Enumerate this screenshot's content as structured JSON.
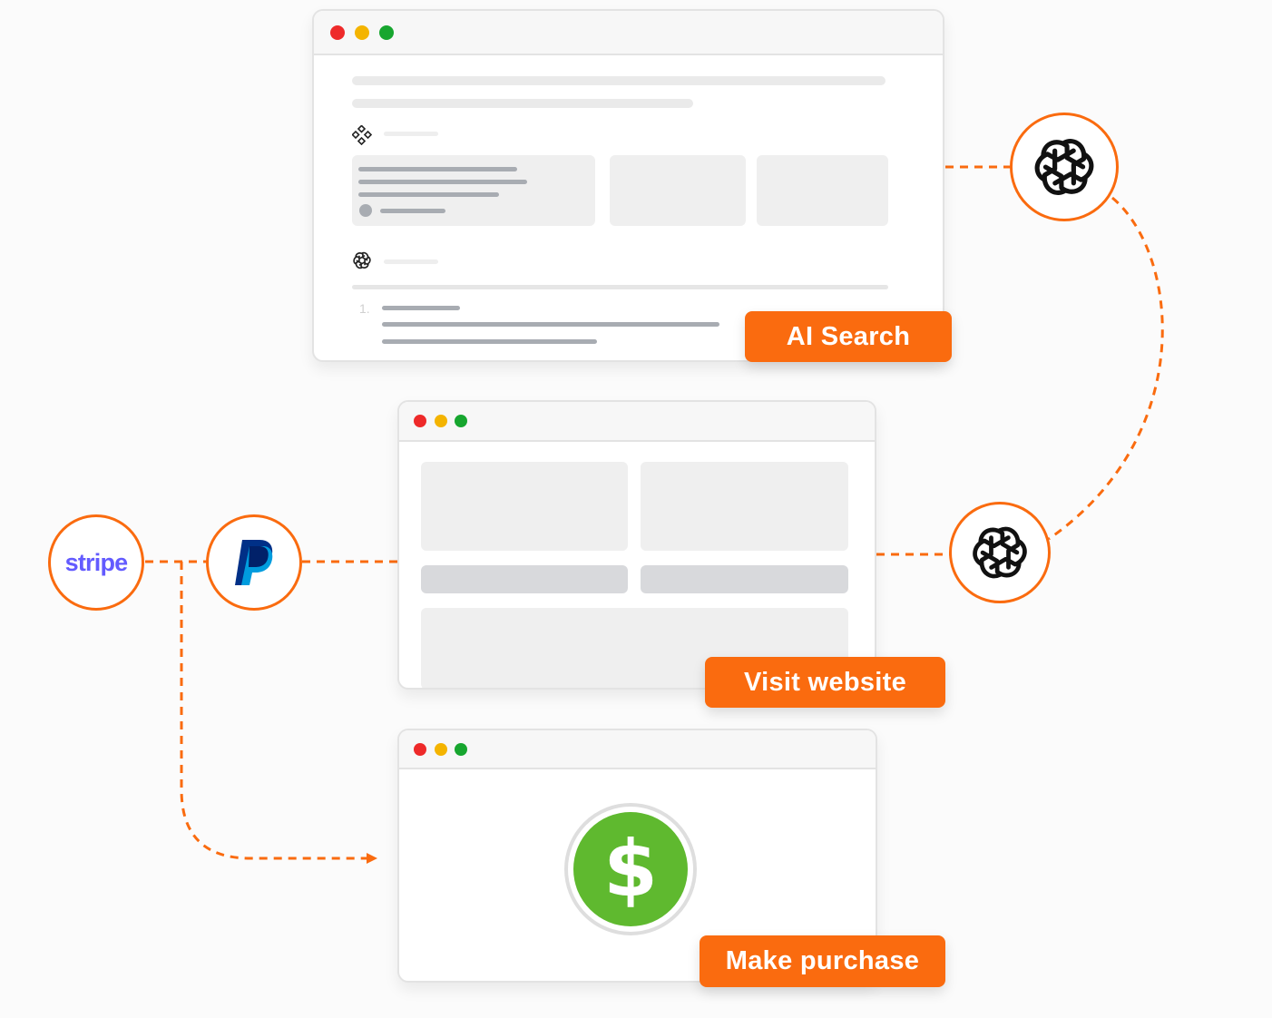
{
  "labels": {
    "ai_search": "AI Search",
    "visit_website": "Visit website",
    "make_purchase": "Make purchase"
  },
  "logos": {
    "stripe": "stripe",
    "paypal": "paypal-logo",
    "openai": "openai-logo"
  },
  "ai_answer": {
    "list_number": "1."
  },
  "purchase": {
    "symbol": "$"
  },
  "colors": {
    "accent": "#fa6b0f",
    "stripe": "#635bff",
    "paypal_dark": "#003087",
    "paypal_light": "#009cde",
    "dollar_green": "#5fb92f",
    "dot_red": "#ee2a2a",
    "dot_yellow": "#f4b400",
    "dot_green": "#17a62f"
  }
}
